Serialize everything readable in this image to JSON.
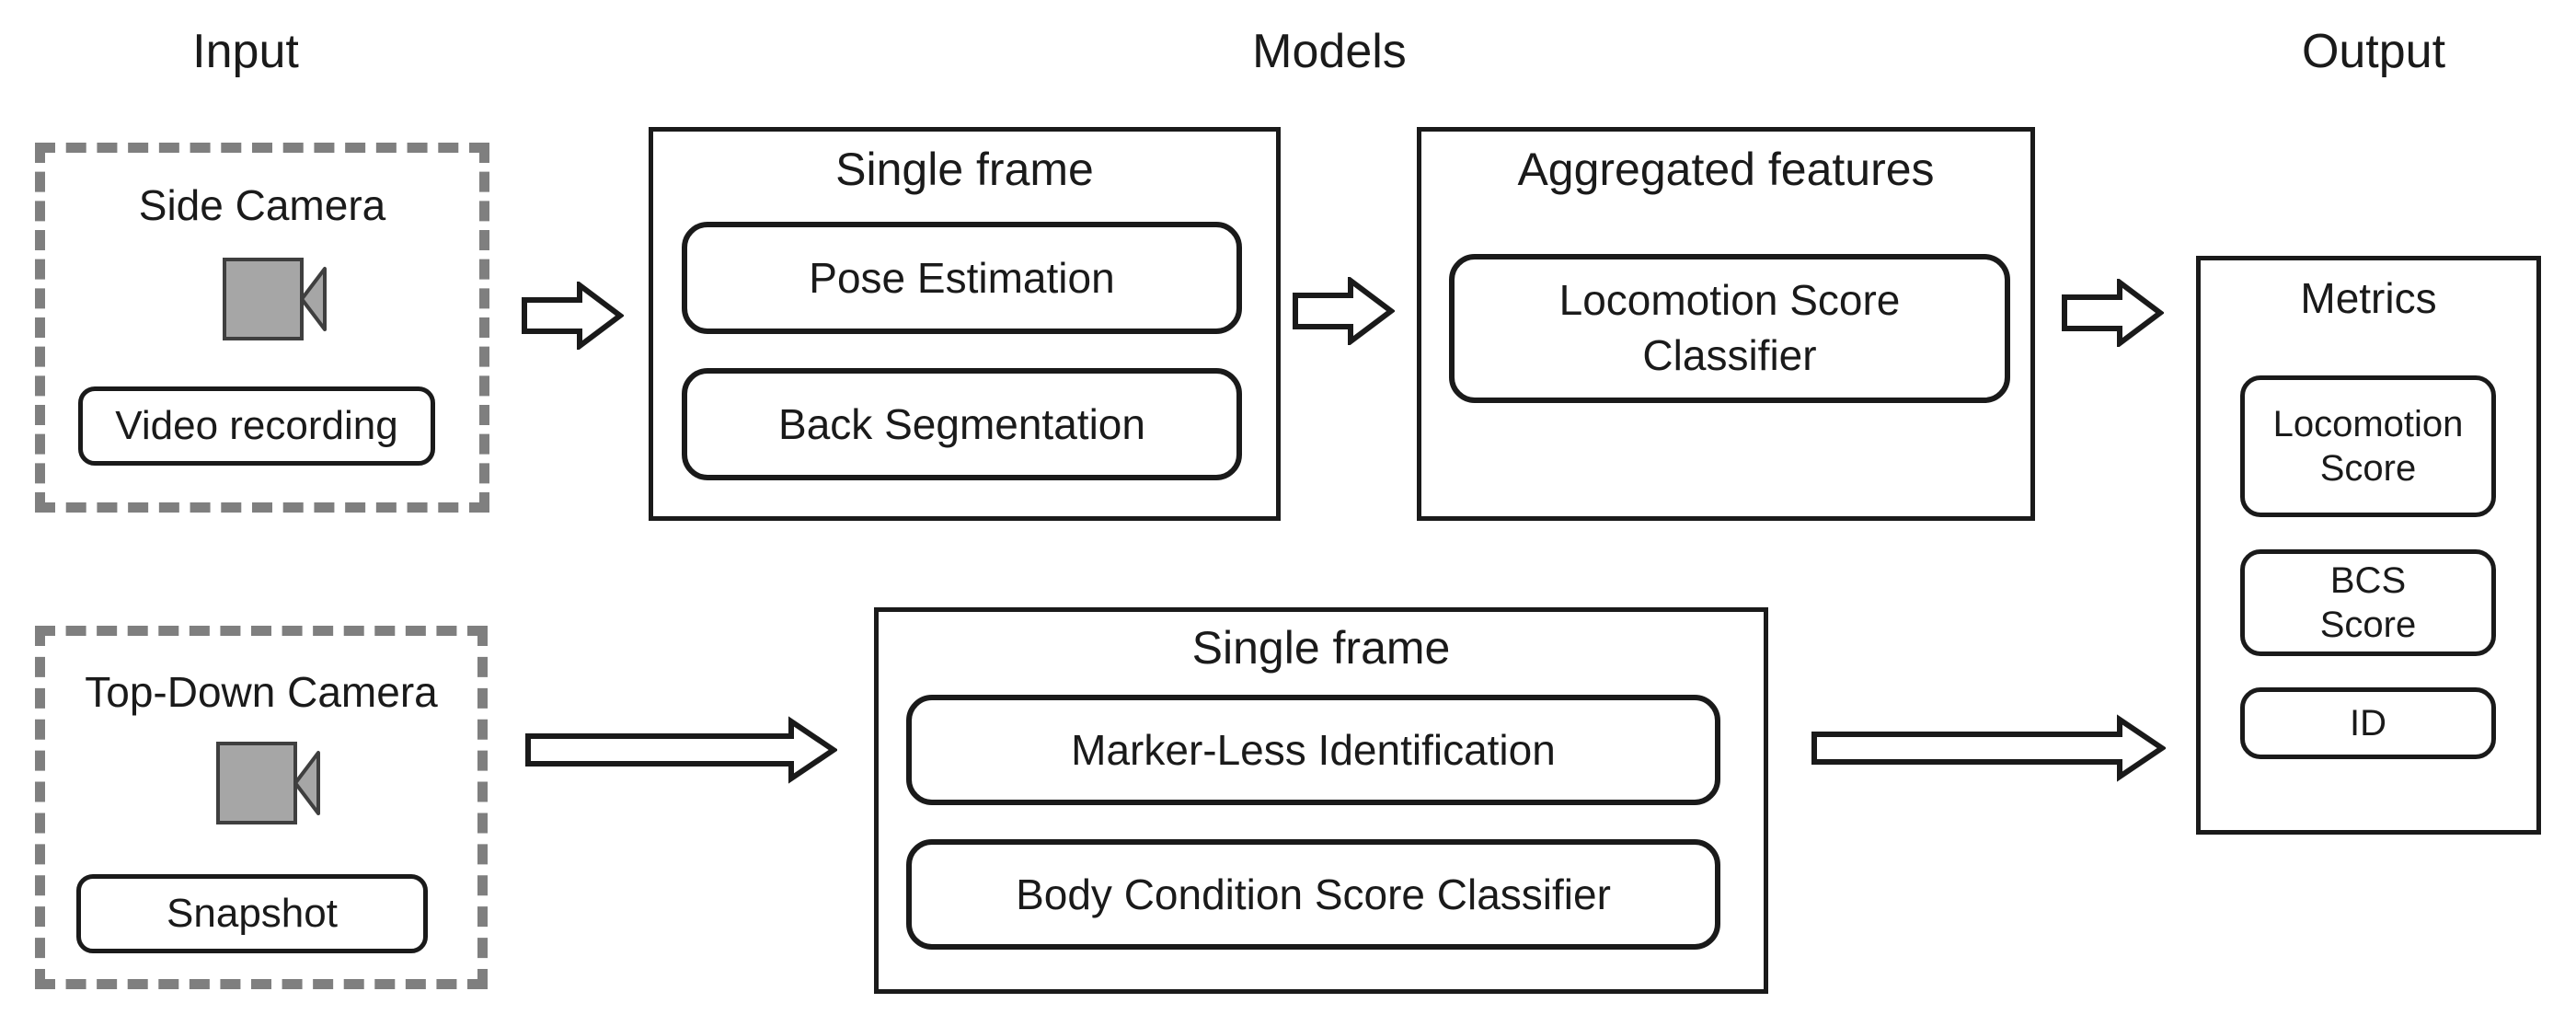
{
  "column_headers": {
    "input": "Input",
    "models": "Models",
    "output": "Output"
  },
  "side_camera_group": {
    "title": "Side Camera",
    "source_label": "Video recording"
  },
  "top_down_camera_group": {
    "title": "Top-Down Camera",
    "source_label": "Snapshot"
  },
  "single_frame_top": {
    "title": "Single frame",
    "items": [
      "Pose Estimation",
      "Back Segmentation"
    ]
  },
  "aggregated_features": {
    "title": "Aggregated features",
    "classifier": {
      "line1": "Locomotion Score",
      "line2": "Classifier"
    }
  },
  "single_frame_bottom": {
    "title": "Single frame",
    "items": [
      "Marker-Less Identification",
      "Body Condition Score Classifier"
    ]
  },
  "metrics": {
    "title": "Metrics",
    "items": [
      {
        "line1": "Locomotion",
        "line2": "Score"
      },
      {
        "line1": "BCS",
        "line2": "Score"
      },
      {
        "line1": "ID"
      }
    ]
  },
  "colors": {
    "text": "#1a1a1a",
    "border": "#1a1a1a",
    "dashed": "#7f7f7f",
    "camera_fill": "#a6a6a6",
    "camera_stroke": "#3f3f3f",
    "bg": "#ffffff",
    "shape_fill": "#ffffff"
  }
}
